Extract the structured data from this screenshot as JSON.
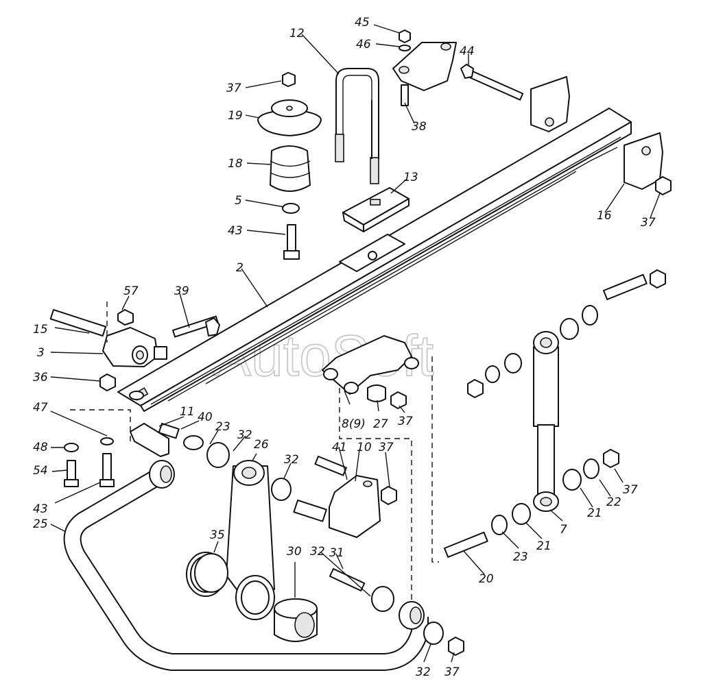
{
  "watermark": "AutoSoft",
  "callouts": [
    "45",
    "46",
    "12",
    "44",
    "37",
    "19",
    "38",
    "18",
    "13",
    "5",
    "16",
    "37",
    "43",
    "2",
    "57",
    "39",
    "15",
    "3",
    "36",
    "47",
    "11",
    "40",
    "23",
    "32",
    "26",
    "48",
    "54",
    "43",
    "25",
    "41",
    "10",
    "37",
    "32",
    "8(9)",
    "27",
    "37",
    "35",
    "30",
    "32",
    "31",
    "32",
    "37",
    "20",
    "23",
    "21",
    "7",
    "21",
    "22",
    "37"
  ]
}
